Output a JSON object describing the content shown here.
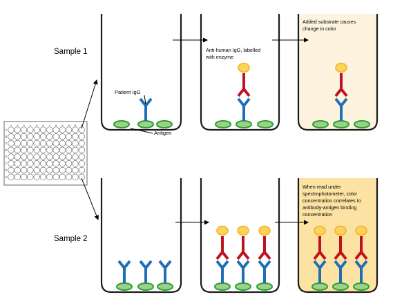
{
  "labels": {
    "sample1": "Sample 1",
    "sample2": "Sample 2",
    "patient_igg": "Patient IgG",
    "antigen": "Antigen",
    "anti_human": "Anti-human IgG, labelled\nwith enzyme",
    "substrate": "Added substrate causes\nchange in color",
    "spectro": "When read under\nspectrophotometer, color\nconcentration correlates to\nantibody-antigen binding\nconcentration"
  },
  "plate": {
    "row_labels": [
      "A",
      "B",
      "C",
      "D",
      "E",
      "F",
      "G",
      "H"
    ],
    "col_labels": [
      "1",
      "2",
      "3",
      "4",
      "5",
      "6",
      "7",
      "8",
      "9",
      "10",
      "11",
      "12"
    ]
  },
  "colors": {
    "antigen_fill": "#9ed08a",
    "antigen_stroke": "#2aa035",
    "igg": "#1f6fb8",
    "anti_human": "#c0121e",
    "enzyme_fill": "#fcd25a",
    "enzyme_stroke": "#f0b028",
    "substrate_light": "#fdf3df",
    "substrate_dark": "#fde3a3"
  }
}
